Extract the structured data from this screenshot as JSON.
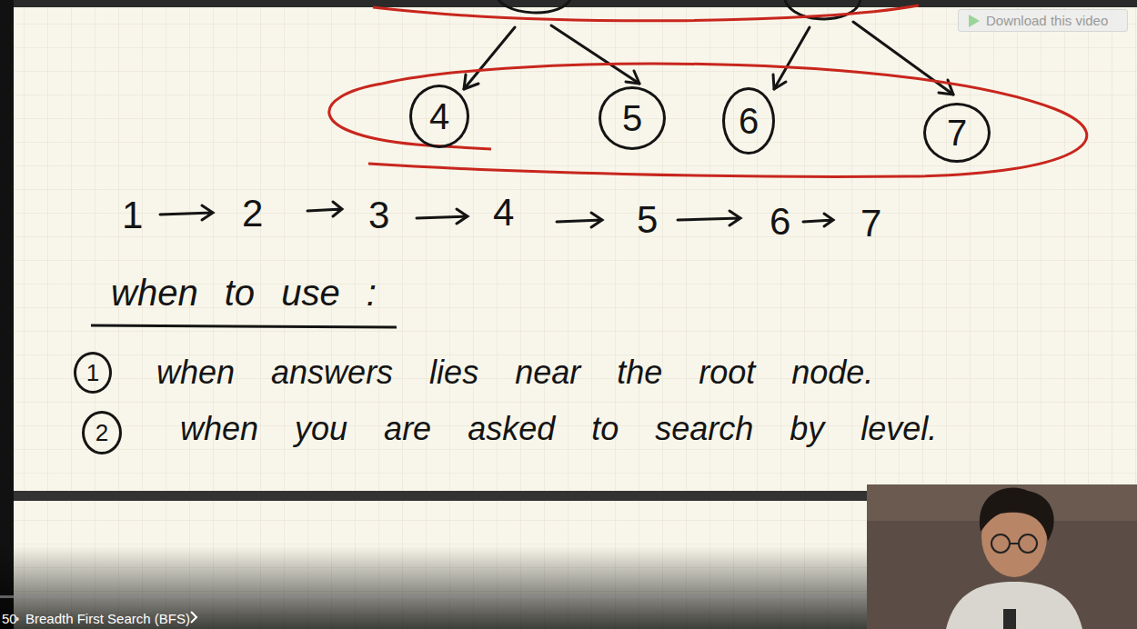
{
  "diagram": {
    "nodes": [
      {
        "text": [
          "Download this video"
        ]
      },
      {
        "text": [
          "4"
        ]
      },
      {
        "text": [
          "5"
        ]
      },
      {
        "text": [
          "6"
        ]
      },
      {
        "text": [
          "7"
        ]
      },
      {
        "text": [
          "1"
        ]
      },
      {
        "text": [
          "2"
        ]
      }
    ],
    "labels": [
      "1",
      "2",
      "3",
      "4",
      "5",
      "6",
      "7",
      "when to use :",
      "when answers lies near the root node.",
      "when you are asked to search by level.",
      "50",
      "•",
      "Breadth First Search (BFS)"
    ]
  }
}
